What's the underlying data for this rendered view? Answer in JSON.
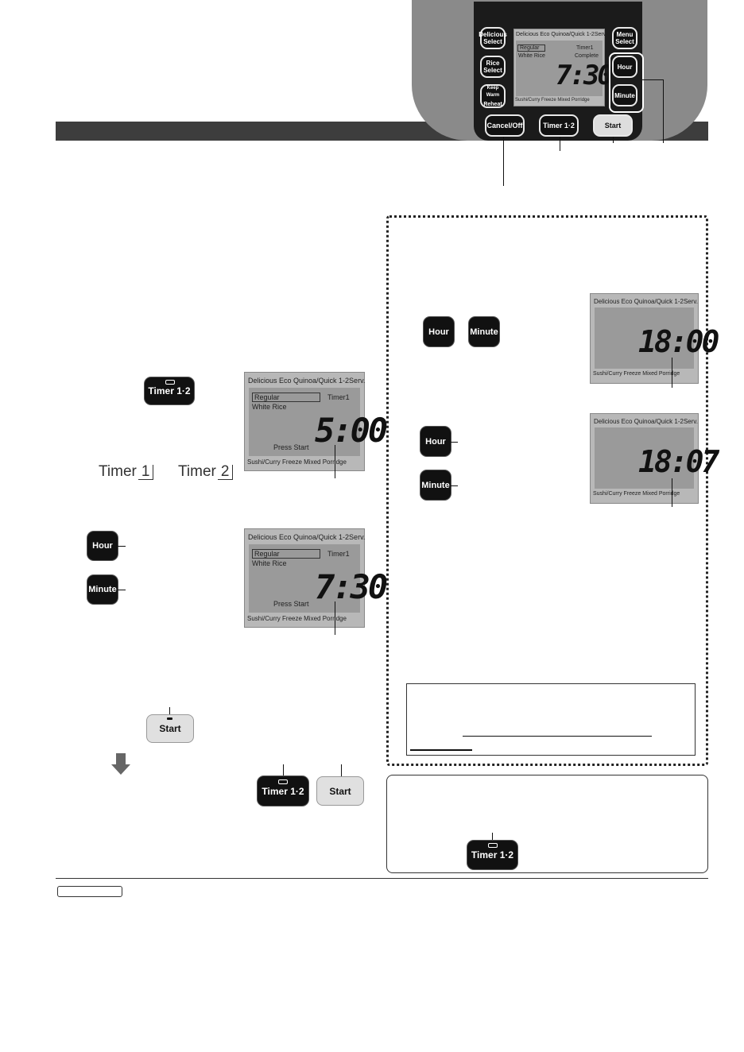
{
  "cooker_panel": {
    "left_buttons": [
      "Delicious Select",
      "Rice Select",
      "Keep Warm",
      "Reheat"
    ],
    "right_buttons": [
      "Menu Select",
      "Hour",
      "Minute"
    ],
    "bottom_buttons": [
      "Cancel/Off",
      "Timer 1·2",
      "Start"
    ],
    "lcd": {
      "top_labels": "Delicious   Eco Quinoa/Quick 1-2Serv.",
      "menu": "Regular",
      "timer": "Timer1",
      "rice": "White Rice",
      "status": "Complete",
      "time": "7:30",
      "bottom_labels": "Sushi/Curry  Freeze          Mixed  Porridge"
    }
  },
  "step_timer_button": "Timer 1·2",
  "timer_symbols": {
    "t1_text": "Timer",
    "t1_num": "1",
    "t2_text": "Timer",
    "t2_num": "2"
  },
  "lcd_a": {
    "top_labels": "Delicious   Eco Quinoa/Quick 1-2Serv.",
    "menu": "Regular",
    "timer": "Timer1",
    "rice": "White Rice",
    "press": "Press Start",
    "time": "5:00",
    "bottom_labels": "Sushi/Curry  Freeze          Mixed  Porridge"
  },
  "step_hour": "Hour",
  "step_minute": "Minute",
  "lcd_b": {
    "top_labels": "Delicious   Eco Quinoa/Quick 1-2Serv.",
    "menu": "Regular",
    "timer": "Timer1",
    "rice": "White Rice",
    "press": "Press Start",
    "time": "7:30",
    "bottom_labels": "Sushi/Curry  Freeze          Mixed  Porridge"
  },
  "step_start": "Start",
  "result_timer": "Timer 1·2",
  "result_start": "Start",
  "clock_hour": "Hour",
  "clock_minute": "Minute",
  "clock_hour2": "Hour",
  "clock_minute2": "Minute",
  "lcd_c": {
    "top_labels": "Delicious   Eco Quinoa/Quick 1-2Serv.",
    "time": "18:00",
    "bottom_labels": "Sushi/Curry  Freeze          Mixed  Porridge"
  },
  "lcd_d": {
    "top_labels": "Delicious   Eco Quinoa/Quick 1-2Serv.",
    "time": "18:07",
    "bottom_labels": "Sushi/Curry  Freeze          Mixed  Porridge"
  },
  "cancel_timer": "Timer 1·2"
}
